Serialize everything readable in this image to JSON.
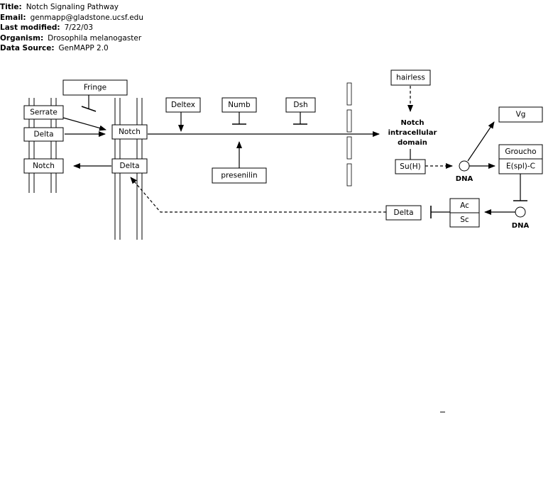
{
  "header": {
    "title_label": "Title:",
    "title_value": "Notch Signaling Pathway",
    "email_label": "Email:",
    "email_value": "genmapp@gladstone.ucsf.edu",
    "modified_label": "Last modified:",
    "modified_value": "7/22/03",
    "organism_label": "Organism:",
    "organism_value": "Drosophila melanogaster",
    "source_label": "Data Source:",
    "source_value": "GenMAPP 2.0"
  },
  "nodes": {
    "fringe": "Fringe",
    "serrate": "Serrate",
    "delta_left": "Delta",
    "notch_left": "Notch",
    "notch_receptor": "Notch",
    "delta_cell": "Delta",
    "deltex": "Deltex",
    "numb": "Numb",
    "dsh": "Dsh",
    "presenilin": "presenilin",
    "hairless": "hairless",
    "suh": "Su(H)",
    "vg": "Vg",
    "groucho": "Groucho",
    "espl": "E(spl)-C",
    "ac": "Ac",
    "sc": "Sc",
    "delta_right": "Delta"
  },
  "labels": {
    "nicd_line1": "Notch",
    "nicd_line2": "intracellular",
    "nicd_line3": "domain",
    "dna_1": "DNA",
    "dna_2": "DNA"
  },
  "colors": {
    "stroke": "#000000",
    "background": "#ffffff"
  }
}
